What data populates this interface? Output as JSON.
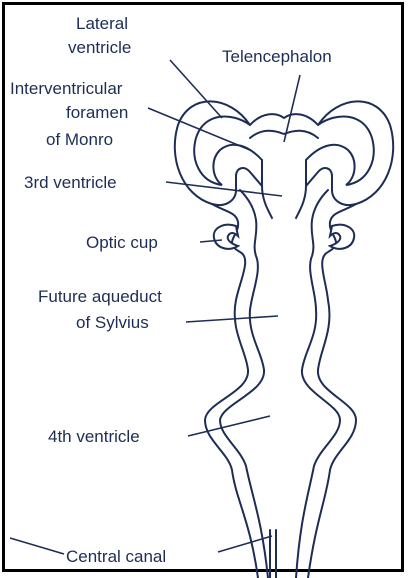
{
  "diagram": {
    "accent_color": "#1d2d55",
    "labels": {
      "lateral_ventricle": [
        "Lateral",
        "ventricle"
      ],
      "telencephalon": "Telencephalon",
      "interventricular_foramen": [
        "Interventricular",
        "foramen",
        "of Monro"
      ],
      "third_ventricle": "3rd ventricle",
      "optic_cup": "Optic cup",
      "future_aqueduct": [
        "Future aqueduct",
        "of Sylvius"
      ],
      "fourth_ventricle": "4th ventricle",
      "central_canal": "Central canal"
    }
  }
}
